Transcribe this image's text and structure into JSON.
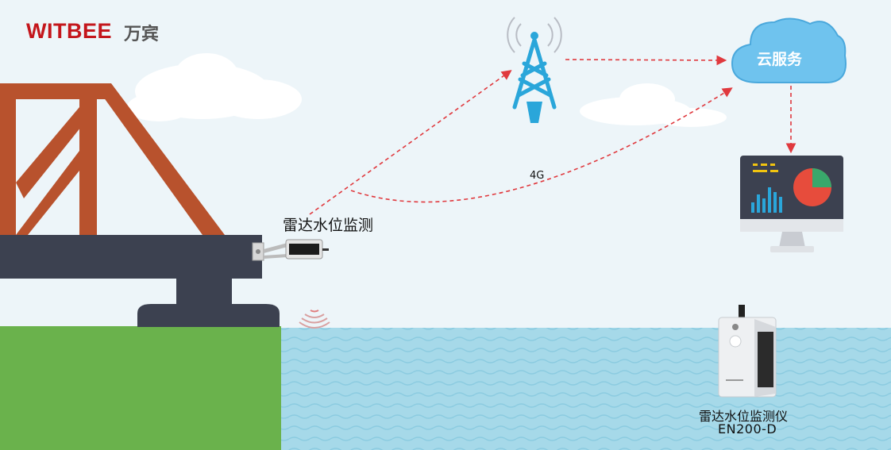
{
  "brand": {
    "name": "WITBEE",
    "name_cn": "万宾"
  },
  "labels": {
    "radar_sensor": "雷达水位监测",
    "network": "4G",
    "cloud": "云服务",
    "device_name": "雷达水位监测仪",
    "device_model": "EN200-D"
  },
  "colors": {
    "brand_red": "#c4161c",
    "bridge_orange": "#b8522d",
    "bridge_deck": "#3c4150",
    "grass": "#6ab24c",
    "water": "#a6d9e9",
    "tower_blue": "#2aa6da",
    "cloud_blue": "#6fc3ee",
    "arrow_red": "#e0393e"
  }
}
